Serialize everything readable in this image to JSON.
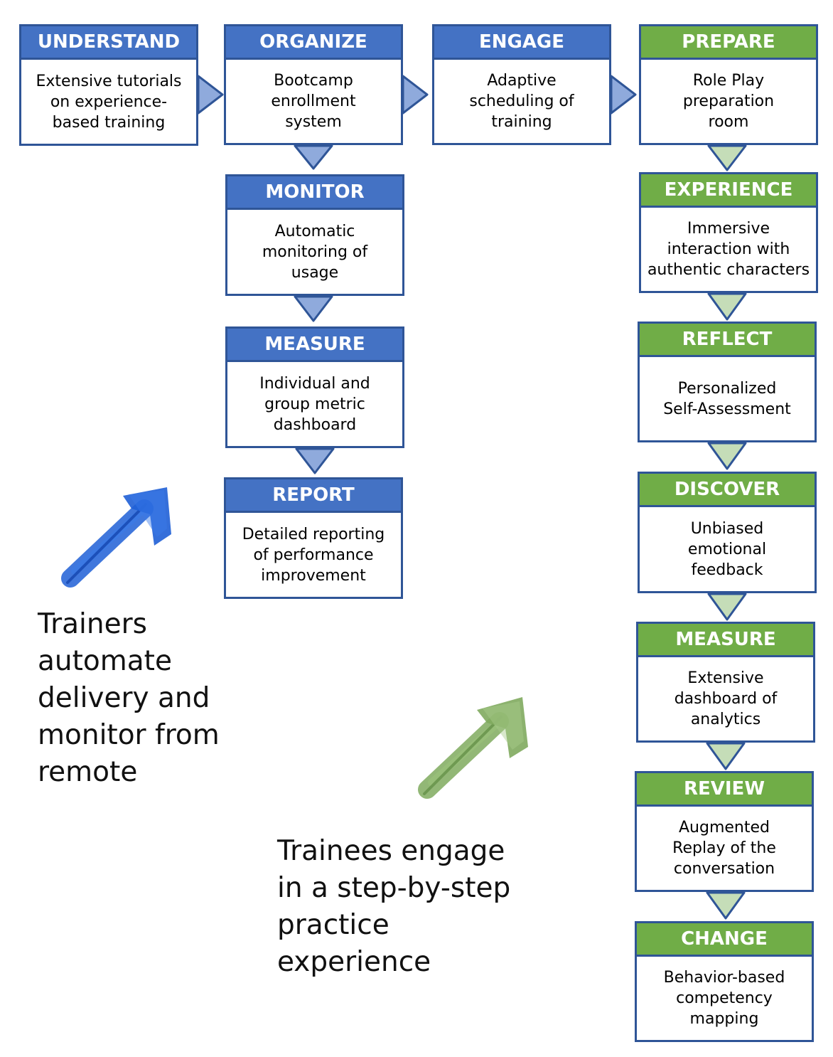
{
  "colors": {
    "blue_header": "#4472C4",
    "green_header": "#70AD47",
    "border": "#2F5597",
    "blue_arrow": "#8FAADC",
    "green_arrow": "#C5DDB8",
    "blue_scribble": "#1F5FD6",
    "green_scribble": "#7FAA5E"
  },
  "trainer_flow": {
    "understand": {
      "title": "UNDERSTAND",
      "lines": [
        "Extensive tutorials",
        "on experience-",
        "based training"
      ]
    },
    "organize": {
      "title": "ORGANIZE",
      "lines": [
        "Bootcamp",
        "enrollment",
        "system"
      ]
    },
    "engage": {
      "title": "ENGAGE",
      "lines": [
        "Adaptive",
        "scheduling of",
        "training"
      ]
    },
    "monitor": {
      "title": "MONITOR",
      "lines": [
        "Automatic",
        "monitoring of",
        "usage"
      ]
    },
    "measure": {
      "title": "MEASURE",
      "lines": [
        "Individual and",
        "group metric",
        "dashboard"
      ]
    },
    "report": {
      "title": "REPORT",
      "lines": [
        "Detailed reporting",
        "of performance",
        "improvement"
      ]
    }
  },
  "trainee_flow": {
    "prepare": {
      "title": "PREPARE",
      "lines": [
        "Role Play",
        "preparation",
        "room"
      ]
    },
    "experience": {
      "title": "EXPERIENCE",
      "lines": [
        "Immersive",
        "interaction with",
        "authentic characters"
      ]
    },
    "reflect": {
      "title": "REFLECT",
      "lines": [
        "Personalized",
        "Self-Assessment"
      ]
    },
    "discover": {
      "title": "DISCOVER",
      "lines": [
        "Unbiased",
        "emotional",
        "feedback"
      ]
    },
    "measure": {
      "title": "MEASURE",
      "lines": [
        "Extensive",
        "dashboard of",
        "analytics"
      ]
    },
    "review": {
      "title": "REVIEW",
      "lines": [
        "Augmented",
        "Replay of the",
        "conversation"
      ]
    },
    "change": {
      "title": "CHANGE",
      "lines": [
        "Behavior-based",
        "competency",
        "mapping"
      ]
    }
  },
  "captions": {
    "trainers": [
      "Trainers",
      "automate",
      "delivery and",
      "monitor from",
      "remote"
    ],
    "trainees": [
      "Trainees engage",
      "in a step-by-step",
      "practice",
      "experience"
    ]
  },
  "icons": {
    "trainers_arrow": "blue-scribble-arrow-icon",
    "trainees_arrow": "green-scribble-arrow-icon"
  }
}
